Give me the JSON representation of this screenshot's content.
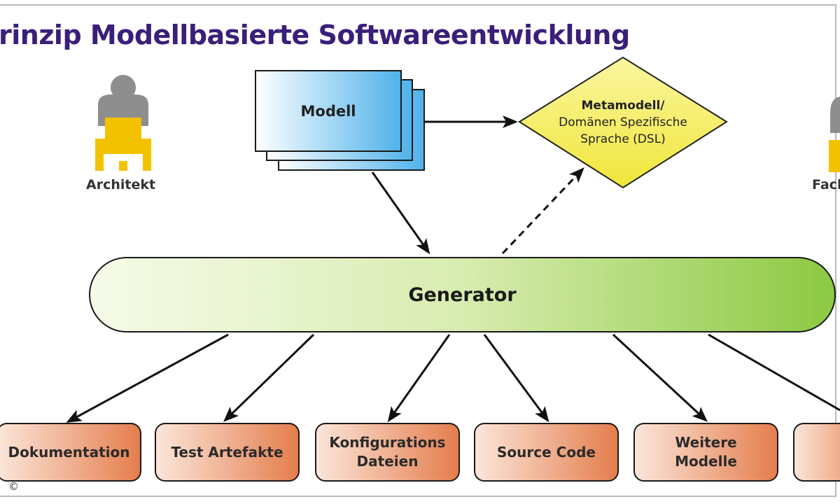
{
  "title": "rinzip Modellbasierte Softwareentwicklung",
  "actors": {
    "left": "Architekt",
    "right": "Fach"
  },
  "model": {
    "label": "Modell"
  },
  "metamodel": {
    "line1": "Metamodell/",
    "line2": "Domänen Spezifische",
    "line3": "Sprache (DSL)"
  },
  "generator": {
    "label": "Generator"
  },
  "outputs": [
    {
      "line1": "Dokumentation",
      "line2": ""
    },
    {
      "line1": "Test Artefakte",
      "line2": ""
    },
    {
      "line1": "Konfigurations",
      "line2": "Dateien"
    },
    {
      "line1": "Source Code",
      "line2": ""
    },
    {
      "line1": "Weitere",
      "line2": "Modelle"
    },
    {
      "line1": "",
      "line2": ""
    }
  ],
  "copyright": "©",
  "colors": {
    "title": "#3a1f7a",
    "person_head": "#8c8c8c",
    "person_body": "#f2c200",
    "model_fill": "#59b8ec",
    "metamodel_fill": "#f4ee5c",
    "generator_start": "#f4f9e6",
    "generator_end": "#93cc4a",
    "output_fill": "#e88a5c"
  }
}
